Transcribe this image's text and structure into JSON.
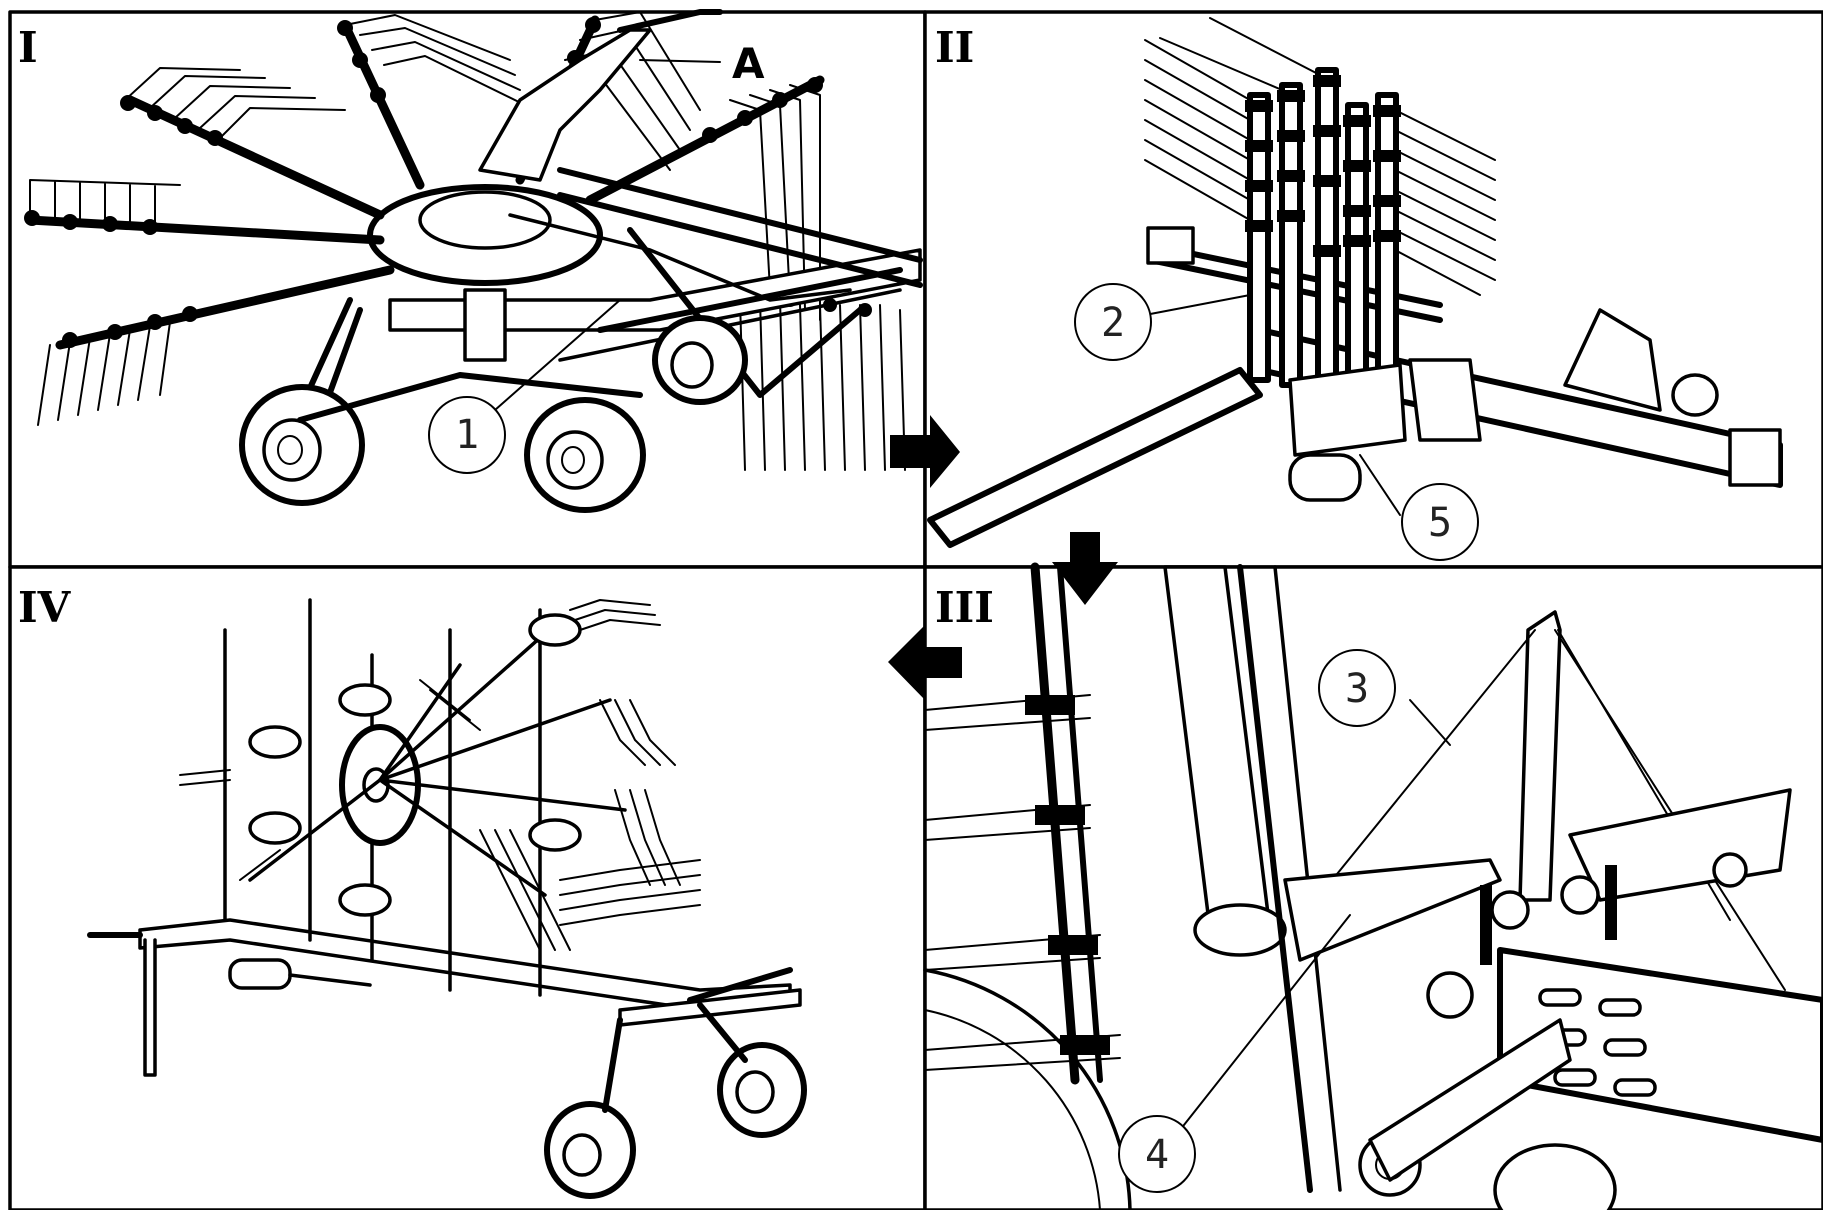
{
  "panels": [
    {
      "id": "I",
      "label": "I"
    },
    {
      "id": "II",
      "label": "II"
    },
    {
      "id": "III",
      "label": "III"
    },
    {
      "id": "IV",
      "label": "IV"
    }
  ],
  "callouts": {
    "panel_I": {
      "letter": "A",
      "numbers": [
        "1"
      ]
    },
    "panel_II": {
      "numbers": [
        "2",
        "5"
      ]
    },
    "panel_III": {
      "numbers": [
        "3",
        "4"
      ]
    }
  },
  "arrows": [
    {
      "from": "I",
      "to": "II",
      "direction": "right"
    },
    {
      "from": "II",
      "to": "III",
      "direction": "down"
    },
    {
      "from": "III",
      "to": "IV",
      "direction": "left"
    }
  ]
}
